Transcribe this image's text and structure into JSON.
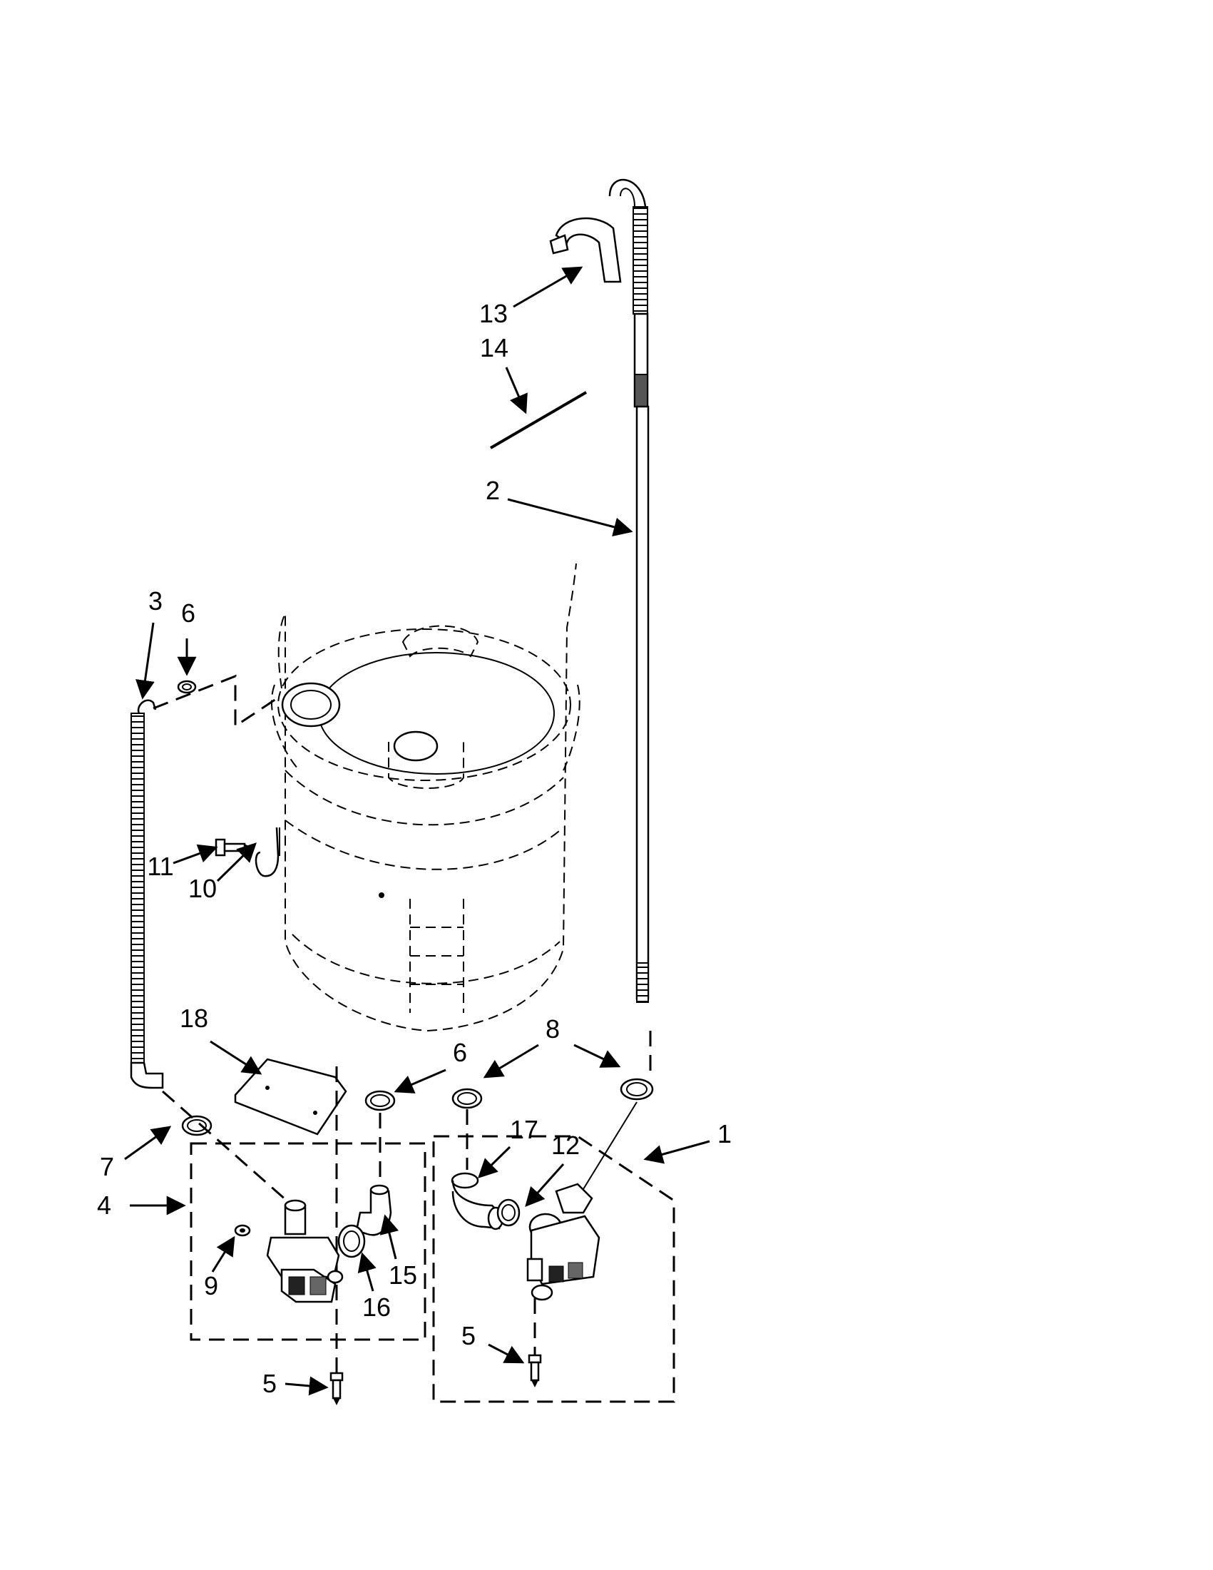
{
  "diagram": {
    "callouts": [
      {
        "id": "c13",
        "label": "13"
      },
      {
        "id": "c14",
        "label": "14"
      },
      {
        "id": "c2",
        "label": "2"
      },
      {
        "id": "c3",
        "label": "3"
      },
      {
        "id": "c6a",
        "label": "6"
      },
      {
        "id": "c11",
        "label": "11"
      },
      {
        "id": "c10",
        "label": "10"
      },
      {
        "id": "c18",
        "label": "18"
      },
      {
        "id": "c6b",
        "label": "6"
      },
      {
        "id": "c8",
        "label": "8"
      },
      {
        "id": "c1",
        "label": "1"
      },
      {
        "id": "c7",
        "label": "7"
      },
      {
        "id": "c17",
        "label": "17"
      },
      {
        "id": "c12",
        "label": "12"
      },
      {
        "id": "c4",
        "label": "4"
      },
      {
        "id": "c9",
        "label": "9"
      },
      {
        "id": "c16",
        "label": "16"
      },
      {
        "id": "c15",
        "label": "15"
      },
      {
        "id": "c5a",
        "label": "5"
      },
      {
        "id": "c5b",
        "label": "5"
      }
    ]
  }
}
